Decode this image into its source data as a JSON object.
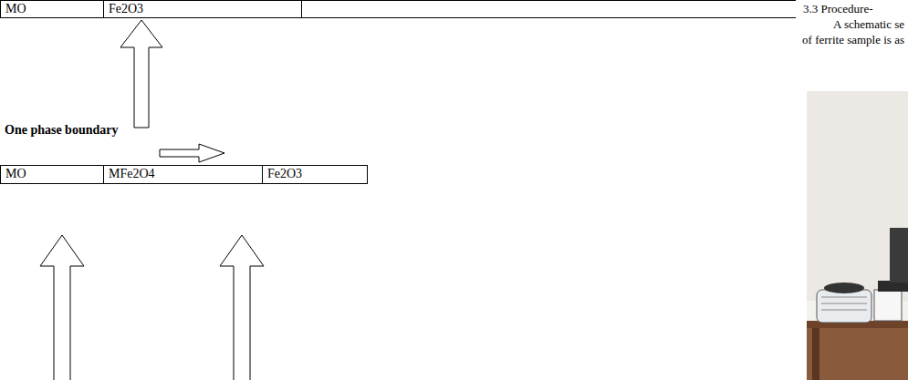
{
  "diagram": {
    "nodes": [
      {
        "text": [
          "MO"
        ]
      },
      {
        "text": [
          "Fe2O3"
        ]
      },
      {
        "text": [
          "MO"
        ]
      },
      {
        "text": [
          "MFe2O4"
        ]
      },
      {
        "text": [
          "Fe2O3"
        ]
      }
    ],
    "labels": [
      "One phase boundary",
      "3.3 Procedure-",
      "A schematic se",
      "of ferrite sample is as"
    ]
  }
}
